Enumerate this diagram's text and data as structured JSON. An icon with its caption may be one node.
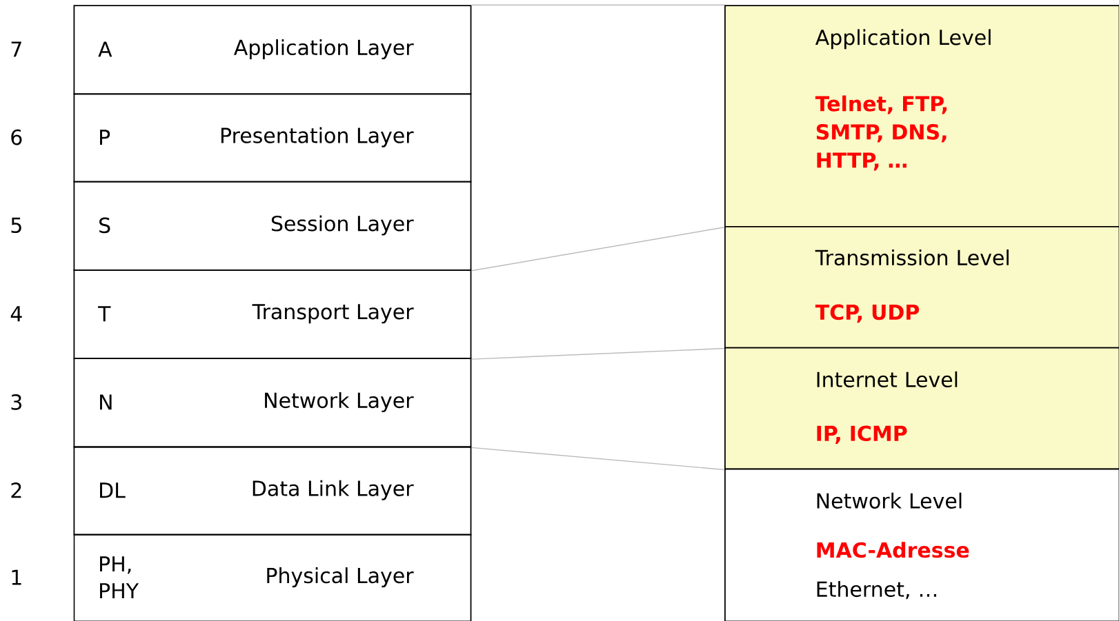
{
  "diagram": {
    "nodes": [
      {
        "text": [
          "A",
          "Application Layer"
        ]
      },
      {
        "text": [
          "P",
          "Presentation Layer"
        ]
      },
      {
        "text": [
          "S",
          "Session Layer"
        ]
      },
      {
        "text": [
          "T",
          "Transport Layer"
        ]
      },
      {
        "text": [
          "N",
          "Network Layer"
        ]
      },
      {
        "text": [
          "DL",
          "Data Link Layer"
        ]
      },
      {
        "text": [
          "PH, PHY",
          "Physical Layer"
        ]
      },
      {
        "text": [
          "Application Level",
          "Telnet, FTP, SMTP, DNS, HTTP, …"
        ]
      },
      {
        "text": [
          "Transmission Level",
          "TCP, UDP"
        ]
      },
      {
        "text": [
          "Internet Level",
          "IP, ICMP"
        ]
      },
      {
        "text": [
          "Network Level",
          "MAC-Adresse",
          "Ethernet, …"
        ]
      }
    ],
    "edges": [
      {
        "from": 0,
        "to": 7,
        "arrow": "none"
      },
      {
        "from": 2,
        "to": 7,
        "arrow": "none"
      },
      {
        "from": 3,
        "to": 8,
        "arrow": "none"
      },
      {
        "from": 4,
        "to": 9,
        "arrow": "none"
      }
    ],
    "labels": [
      "7",
      "6",
      "5",
      "4",
      "3",
      "2",
      "1"
    ]
  }
}
